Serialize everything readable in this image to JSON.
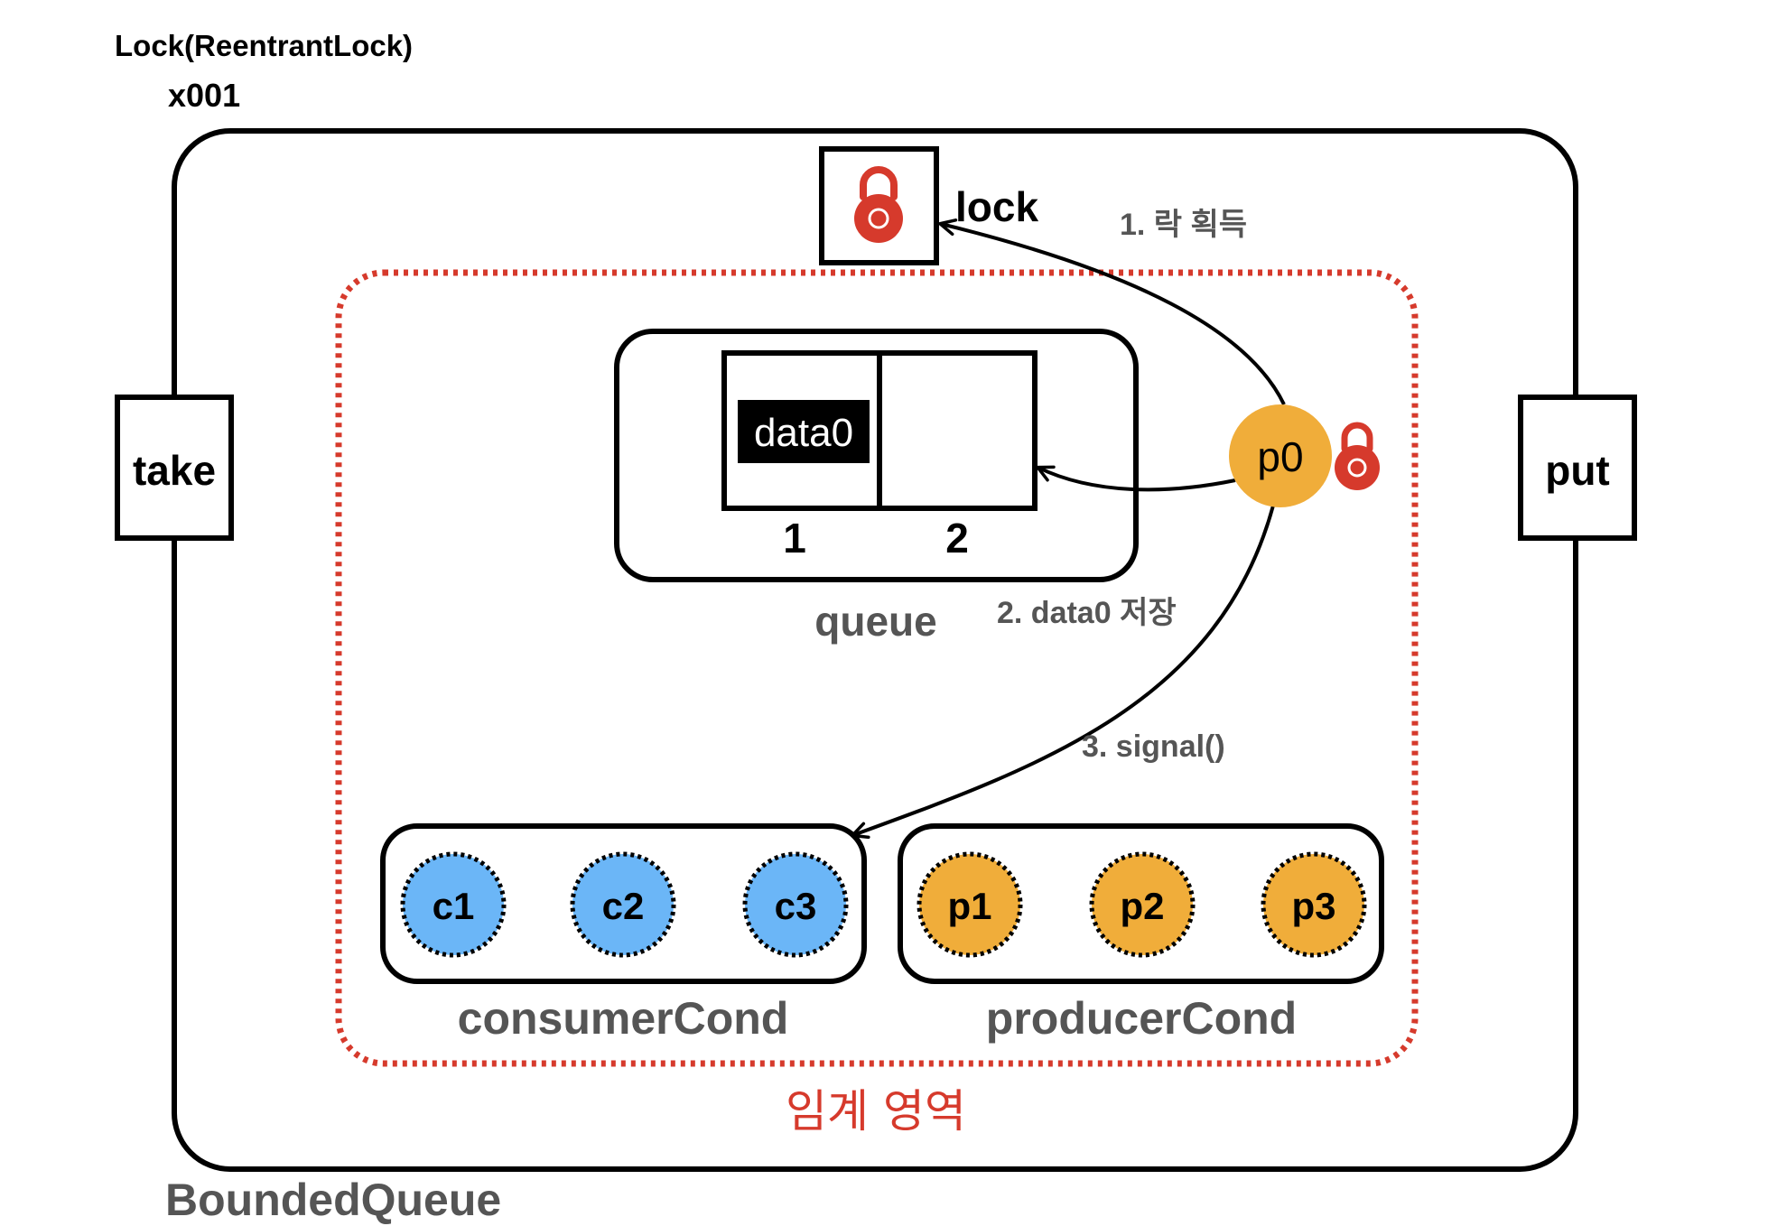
{
  "lock_object": {
    "type_label": "Lock(ReentrantLock)",
    "ref_label": "x001",
    "lock_label": "lock"
  },
  "bounded_queue": {
    "label": "BoundedQueue",
    "take_label": "take",
    "put_label": "put"
  },
  "critical_section": {
    "label": "임계 영역",
    "color": "#d63a2c"
  },
  "queue": {
    "label": "queue",
    "slots": [
      {
        "index": "1",
        "value": "data0"
      },
      {
        "index": "2",
        "value": ""
      }
    ]
  },
  "producer_thread": {
    "label": "p0",
    "color": "#f0ad3a"
  },
  "steps": [
    {
      "label": "1. 락 획득"
    },
    {
      "label": "2. data0 저장"
    },
    {
      "label": "3. signal()"
    }
  ],
  "consumer_cond": {
    "label": "consumerCond",
    "color": "#6bb6f7",
    "threads": [
      "c1",
      "c2",
      "c3"
    ]
  },
  "producer_cond": {
    "label": "producerCond",
    "color": "#f0ad3a",
    "threads": [
      "p1",
      "p2",
      "p3"
    ]
  },
  "icons": {
    "lock": "padlock-icon"
  }
}
